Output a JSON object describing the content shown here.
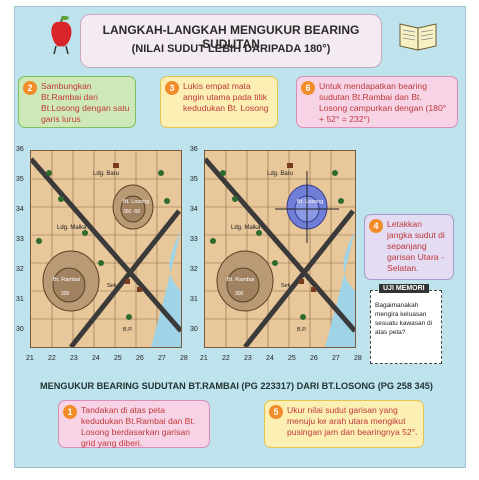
{
  "title": {
    "line1": "LANGKAH-LANGKAH MENGUKUR BEARING SUDUTAN",
    "line2": "(NILAI SUDUT LEBIH DARIPADA 180°)"
  },
  "steps": [
    {
      "num": "2",
      "text": "Sambungkan Bt.Rambai dan Bt.Losong dengan satu garis lurus"
    },
    {
      "num": "3",
      "text": "Lukis empat mata angin utama pada titik kedudukan Bt. Losong"
    },
    {
      "num": "6",
      "text": "Untuk mendapatkan bearing sudutan Bt.Rambai dan Bt. Losong campurkan dengan (180° + 52° = 232°)"
    },
    {
      "num": "4",
      "text": "Letakkan jangka sudut di sepanjang garisan Utara - Selatan."
    },
    {
      "num": "1",
      "text": "Tandakan di atas peta kedudukan Bt.Rambai dan Bt. Losong berdasarkan garisan grid yang diberi."
    },
    {
      "num": "5",
      "text": "Ukur nilai sudut garisan yang menuju ke arah utara mengikut pusingan jam dan bearingnya 52°."
    }
  ],
  "map_labels": {
    "ldg_baru": "Ldg. Baru",
    "ldg_malka": "Ldg. Malka",
    "bt_losong": "Bt. Losong",
    "bt_rambai": "Bt. Rambai",
    "sek": "Sek.",
    "bp": "B.P.",
    "h_losong": "350 ·68",
    "h_rambai": "300"
  },
  "x_ticks": [
    "21",
    "22",
    "23",
    "24",
    "25",
    "26",
    "27",
    "28"
  ],
  "y_ticks": [
    "36",
    "35",
    "34",
    "33",
    "32",
    "31",
    "30"
  ],
  "section_heading": "MENGUKUR BEARING SUDUTAN BT.RAMBAI (PG 223317) DARI BT.LOSONG (PG 258 345)",
  "uji": {
    "title": "UJI MEMORI",
    "text": "Bagaimanakah mengira keluasan sesuatu kawasan di atas peta?"
  },
  "colors": {
    "background": "#bfe3ec",
    "step_text": "#c0393b",
    "map": "#e8c79a",
    "road": "#3a3a3a",
    "water": "#9fd3e6",
    "highlight": "#6f7fd8"
  }
}
